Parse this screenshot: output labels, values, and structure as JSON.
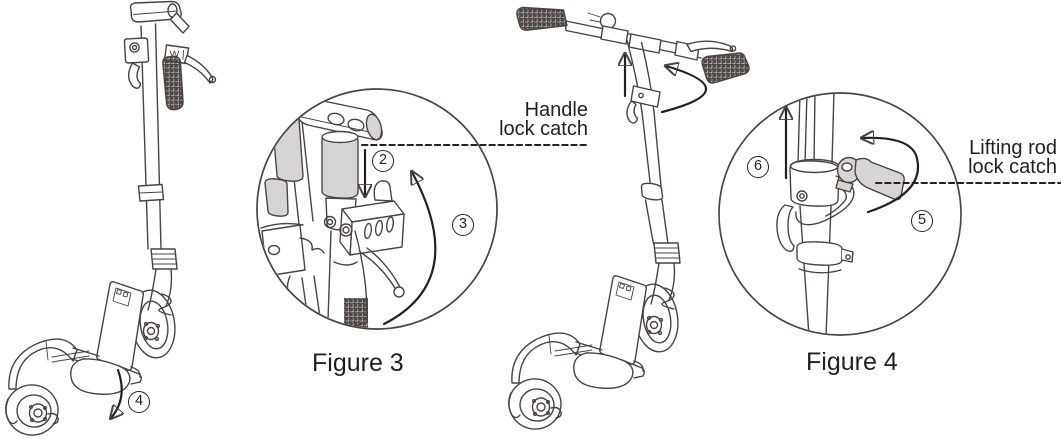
{
  "figures": {
    "figure3": {
      "caption": "Figure 3",
      "callout_label": "Handle\nlock catch"
    },
    "figure4": {
      "caption": "Figure 4",
      "callout_label": "Lifting rod\nlock catch"
    }
  },
  "step_markers": {
    "step2": "2",
    "step3": "3",
    "step4": "4",
    "step5": "5",
    "step6": "6"
  },
  "illustrations": {
    "folded_scooter": "folded-scooter-line-art",
    "unfolded_scooter": "unfolded-scooter-line-art",
    "figure3_detail": "handle-lock-catch-closeup",
    "figure4_detail": "lifting-rod-lock-catch-closeup"
  },
  "colors": {
    "line": "#4a4441",
    "ink": "#27211e",
    "shade": "#d7d5d3",
    "text": "#231f20",
    "background": "#ffffff"
  }
}
